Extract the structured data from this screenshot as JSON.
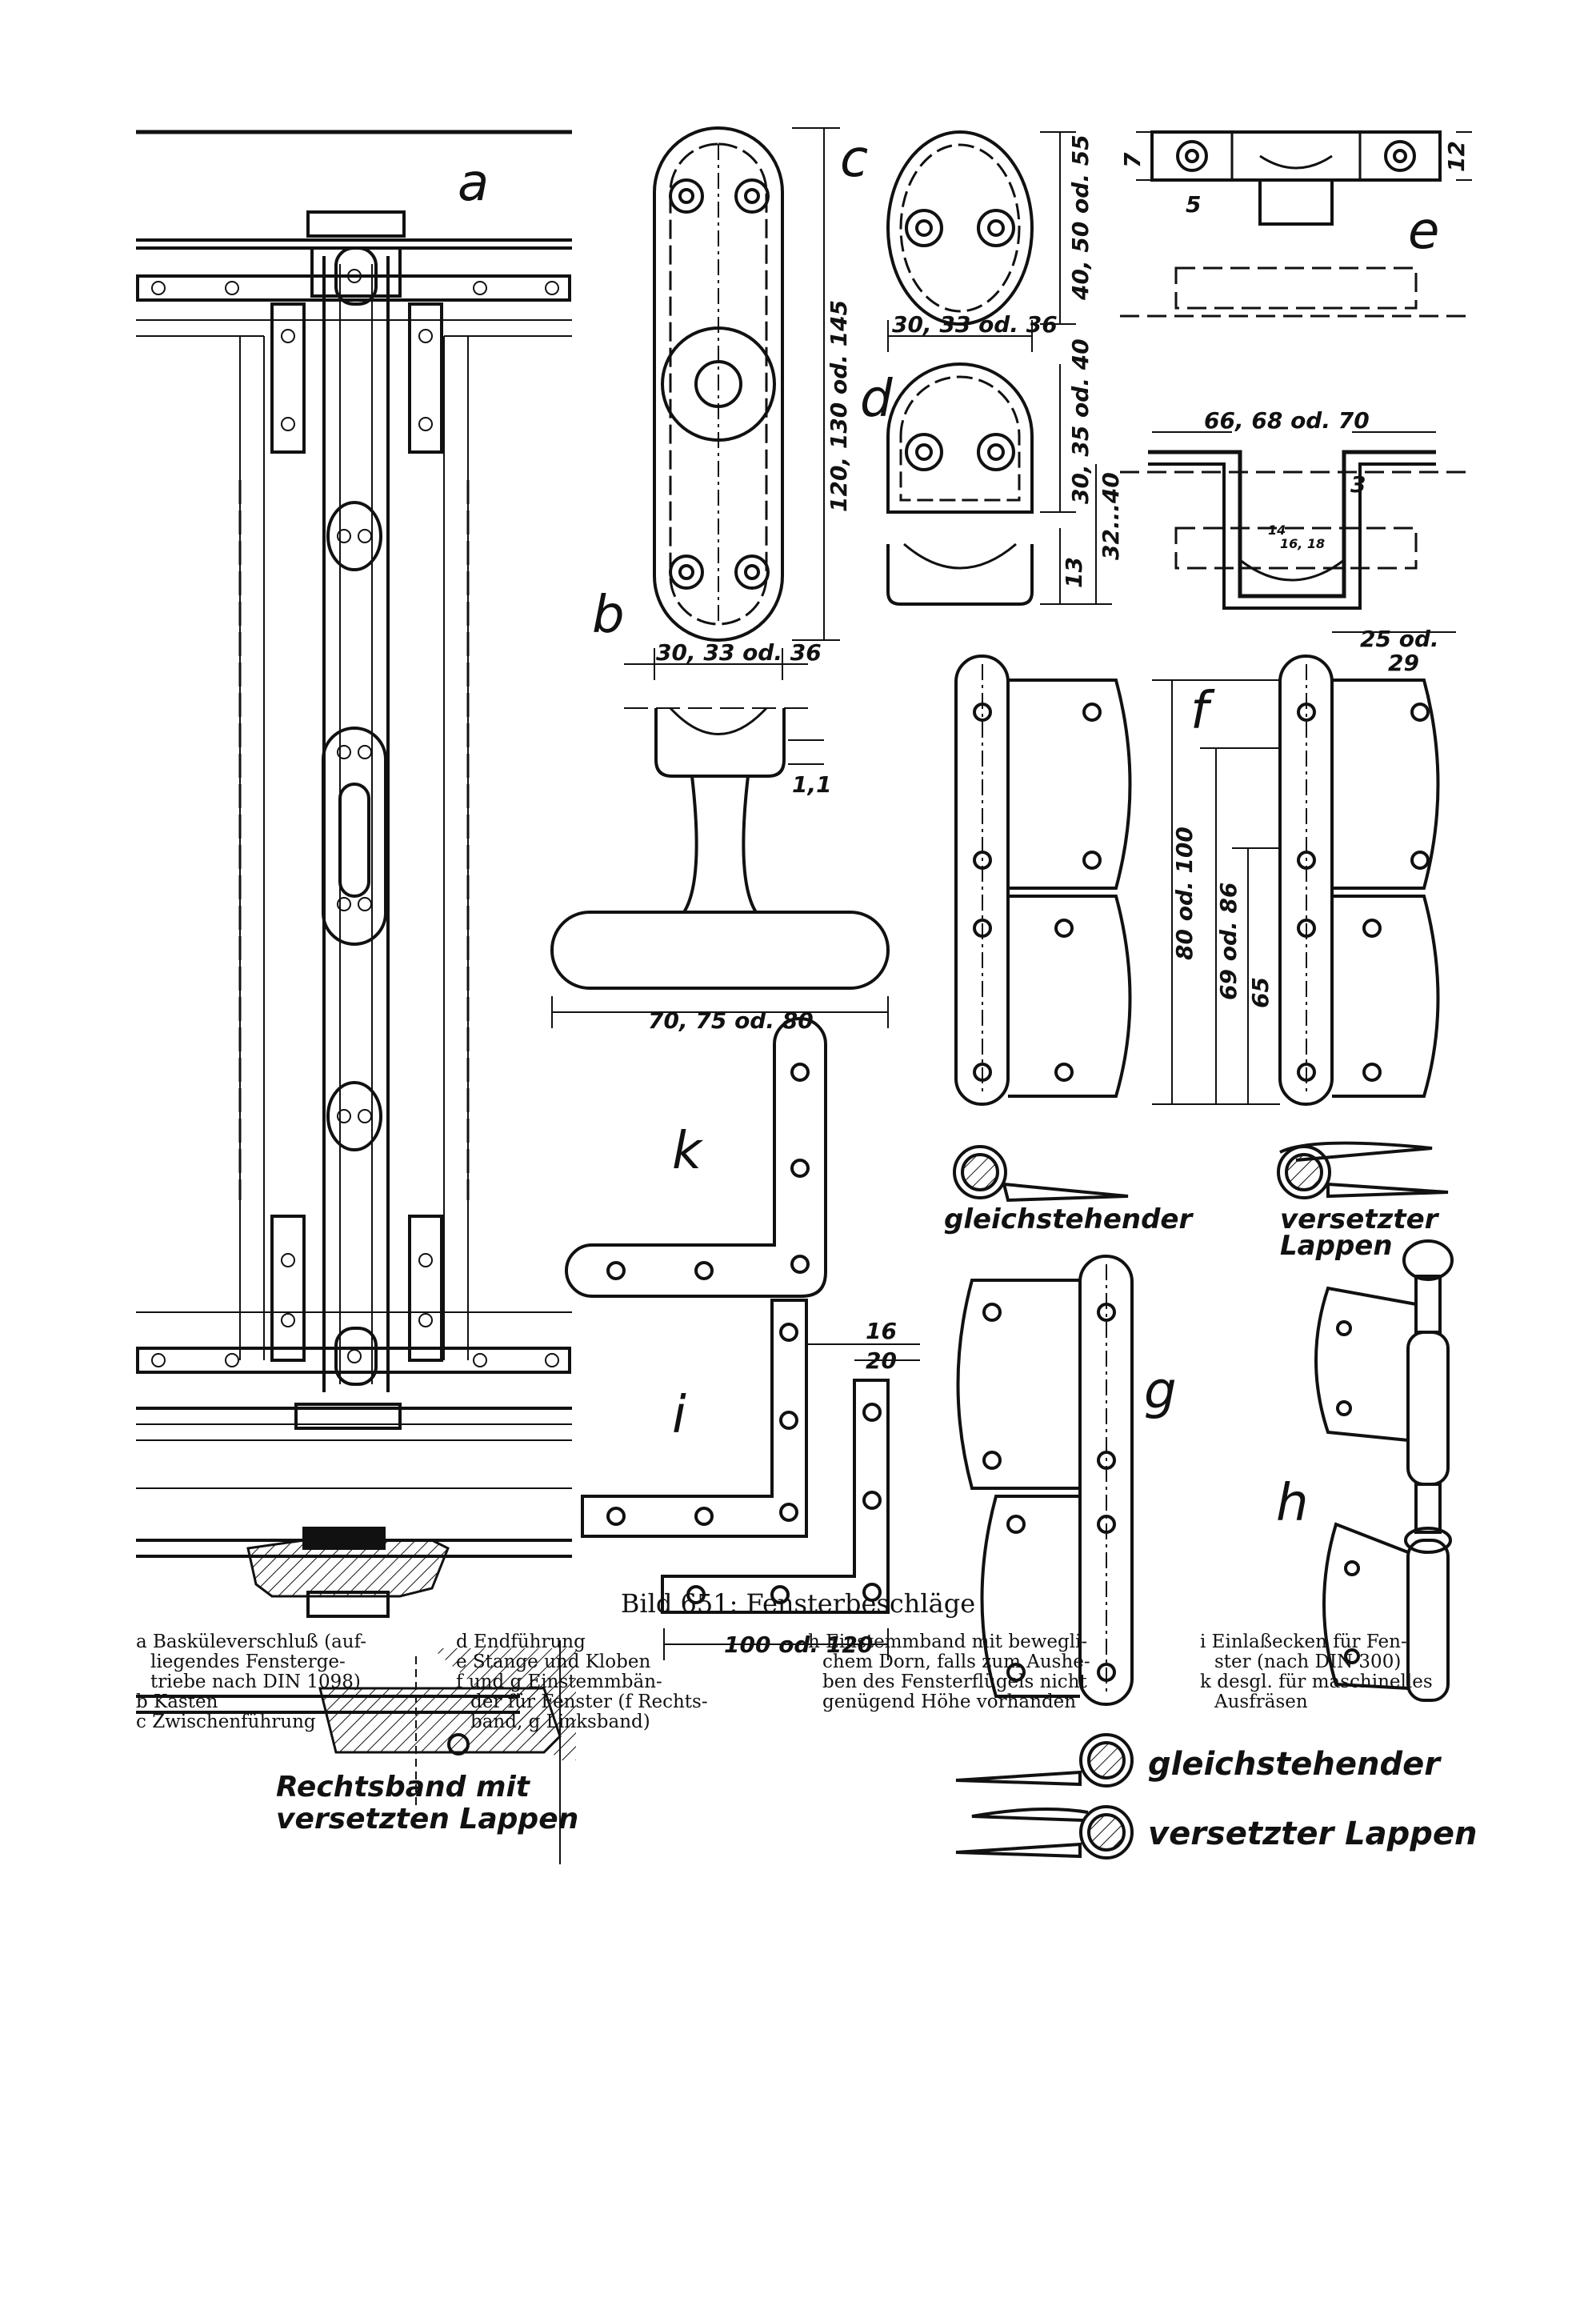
{
  "figure": {
    "caption": "Bild 651: Fensterbeschläge",
    "part_letters": {
      "a": "a",
      "b": "b",
      "c": "c",
      "d": "d",
      "e": "e",
      "f": "f",
      "g": "g",
      "h": "h",
      "i": "i",
      "k": "k"
    },
    "dimensions": {
      "b_length": "120, 130 od. 145",
      "b_width": "30, 33 od. 36",
      "c_height": "40, 50 od. 55",
      "c_width": "30, 33 od. 36",
      "d_height": "30, 35 od. 40",
      "d_low": "13",
      "d_total": "32...40",
      "e_left": "7",
      "e_right": "12",
      "e_small": "5",
      "e_width": "66, 68 od. 70",
      "e_thick": "3",
      "e_inner_a": "14",
      "e_inner_b": "16, 18",
      "knob_gap": "1,1",
      "knob_width": "70, 75 od. 80",
      "f_width_top": "25 od.",
      "f_width_bottom": "29",
      "f_h1": "80 od. 100",
      "f_h2": "69 od. 86",
      "f_h3": "65",
      "i_a": "16",
      "i_b": "20",
      "i_length": "100 od. 120"
    },
    "labels": {
      "gleich_f": "gleichstehender",
      "versetzt_f_1": "versetzter",
      "versetzt_f_2": "Lappen",
      "gleich_g": "gleichstehender",
      "versetzt_g": "versetzter Lappen",
      "rechtsband_1": "Rechtsband mit",
      "rechtsband_2": "versetzten Lappen"
    },
    "legend": {
      "col1": [
        "a Basküleverschluß (auf-",
        "liegendes Fensterge-",
        "triebe nach DIN 1098)",
        "b Kasten",
        "c Zwischenführung"
      ],
      "col2": [
        "d Endführung",
        "e Stange und Kloben",
        "f und g Einstemmbän-",
        "der für Fenster (f Rechts-",
        "band, g Linksband)"
      ],
      "col3": [
        "h Einstemmband mit bewegli-",
        "chem Dorn, falls zum Aushe-",
        "ben des Fensterflügels nicht",
        "genügend Höhe vorhanden"
      ],
      "col4": [
        "i Einlaßecken für Fen-",
        "ster (nach DIN 300)",
        "k desgl. für maschinelles",
        "Ausfräsen"
      ]
    }
  }
}
